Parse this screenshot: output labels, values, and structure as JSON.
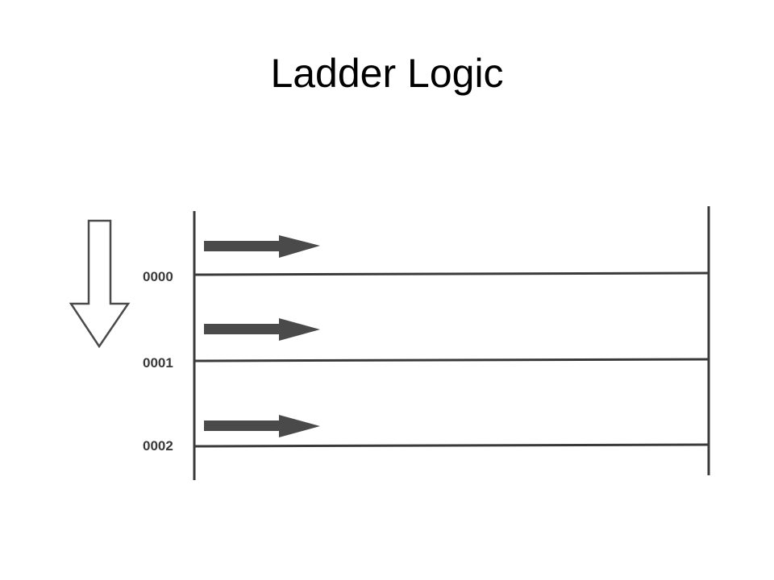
{
  "slide": {
    "title": "Ladder Logic"
  },
  "ladder": {
    "rungs": [
      {
        "number": "0000"
      },
      {
        "number": "0001"
      },
      {
        "number": "0002"
      }
    ],
    "scan_direction": "top-to-bottom",
    "power_flow_direction": "left-to-right"
  },
  "colors": {
    "rail": "#3a3a3a",
    "arrow_fill": "#4a4a4a",
    "scan_arrow_fill": "#ffffff",
    "scan_arrow_stroke": "#4a4a4a",
    "label": "#3a3a3a"
  }
}
